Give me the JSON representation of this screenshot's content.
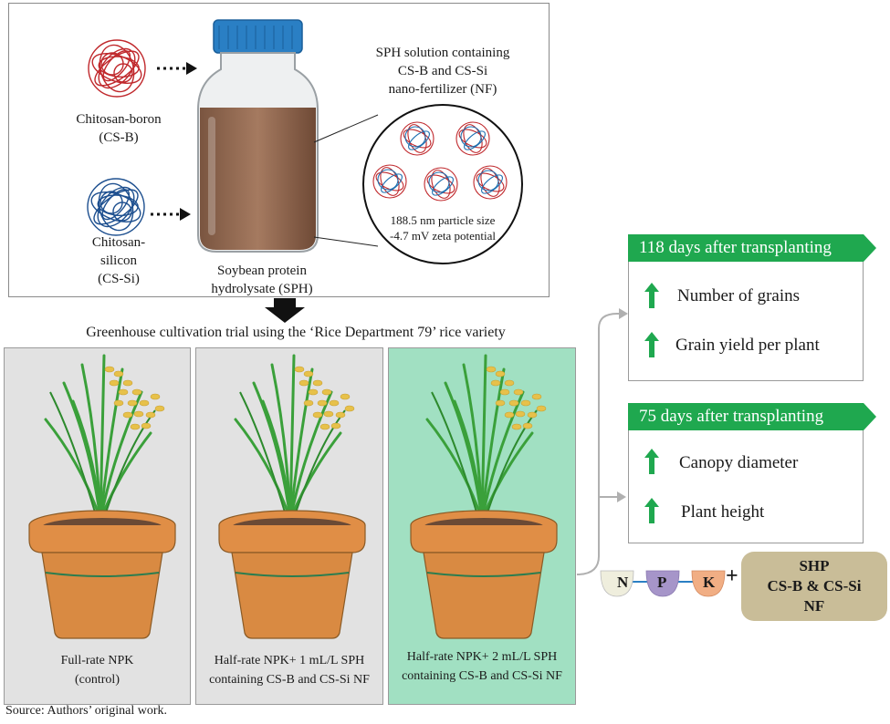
{
  "top": {
    "cs_b_label": "Chitosan-boron\n(CS-B)",
    "cs_si_label": "Chitosan-\nsilicon\n(CS-Si)",
    "sph_label": "Soybean protein\nhydrolysate (SPH)",
    "solution_label": "SPH solution containing\nCS-B and CS-Si\nnano-fertilizer (NF)",
    "particle_size": "188.5 nm particle size",
    "zeta": "-4.7 mV zeta potential"
  },
  "trial_title": "Greenhouse cultivation trial using the ‘Rice Department 79’ rice variety",
  "panels": [
    {
      "caption": "Full-rate NPK\n(control)"
    },
    {
      "caption": "Half-rate NPK+ 1 mL/L SPH\ncontaining CS-B and CS-Si NF"
    },
    {
      "caption": "Half-rate NPK+ 2 mL/L SPH\ncontaining CS-B and CS-Si NF"
    }
  ],
  "results": [
    {
      "banner": "118 days after transplanting",
      "items": [
        "Number of grains",
        "Grain yield per plant"
      ]
    },
    {
      "banner": "75 days after transplanting",
      "items": [
        "Canopy diameter",
        "Plant height"
      ]
    }
  ],
  "npk": {
    "n": "N",
    "p": "P",
    "k": "K",
    "plus": "+",
    "mix": "SHP\nCS-B & CS-Si\nNF"
  },
  "source": "Source: Authors’ original work.",
  "colors": {
    "green_banner": "#1fa84f",
    "panel_grey": "#e2e2e2",
    "panel_green": "#a1e0c2",
    "pot": "#d98a42",
    "cap_blue": "#2a7fc4",
    "mix_box": "#c9bd98"
  }
}
